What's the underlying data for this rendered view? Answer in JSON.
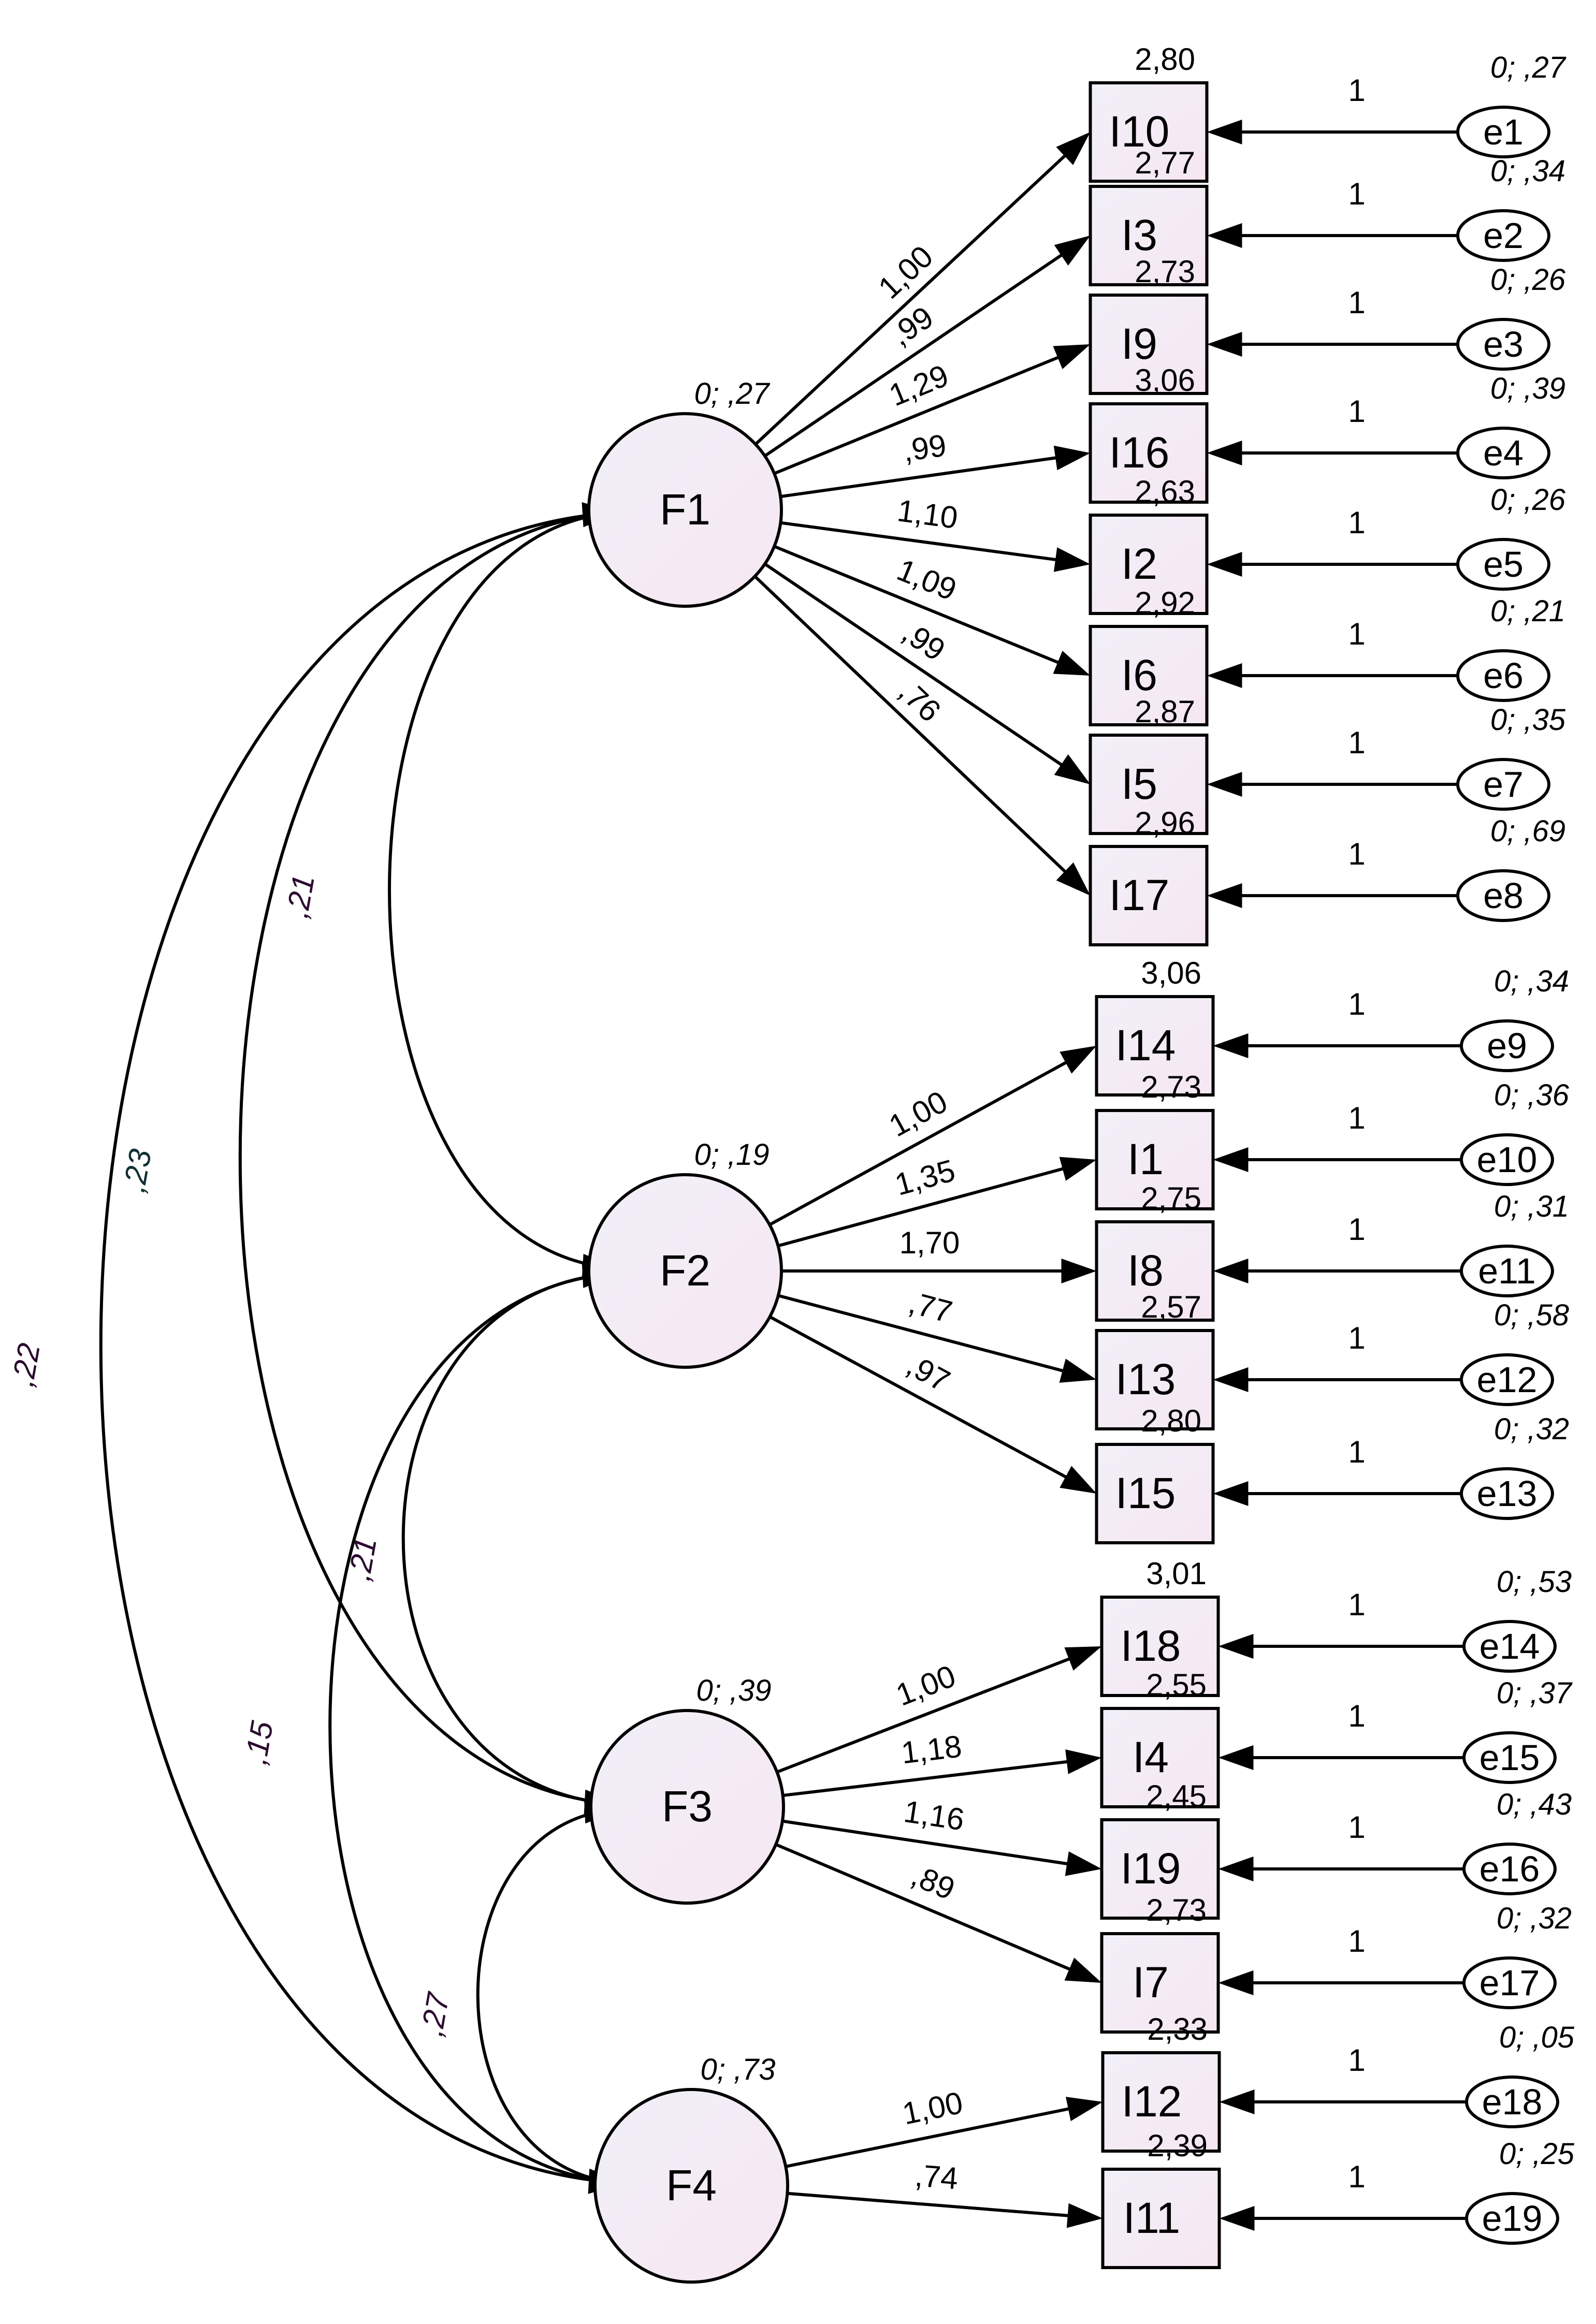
{
  "colors": {
    "node_fill_start": "#f1f0f8",
    "node_fill_end": "#f6e7f2",
    "line": "#000000",
    "cov_label": "#2c0a30",
    "cov_label_alt": "#0f2f33"
  },
  "factors": [
    {
      "id": "F1",
      "label": "F1",
      "variance": "0; ,27"
    },
    {
      "id": "F2",
      "label": "F2",
      "variance": "0; ,19"
    },
    {
      "id": "F3",
      "label": "F3",
      "variance": "0; ,39"
    },
    {
      "id": "F4",
      "label": "F4",
      "variance": "0; ,73"
    }
  ],
  "items": [
    {
      "id": "I10",
      "factor": "F1",
      "loading": "1,00",
      "intercept": "2,80",
      "error": "e1",
      "error_variance": "0; ,27",
      "fixed": "1"
    },
    {
      "id": "I3",
      "factor": "F1",
      "loading": ",99",
      "intercept": "2,77",
      "error": "e2",
      "error_variance": "0; ,34",
      "fixed": "1"
    },
    {
      "id": "I9",
      "factor": "F1",
      "loading": "1,29",
      "intercept": "2,73",
      "error": "e3",
      "error_variance": "0; ,26",
      "fixed": "1"
    },
    {
      "id": "I16",
      "factor": "F1",
      "loading": ",99",
      "intercept": "3,06",
      "error": "e4",
      "error_variance": "0; ,39",
      "fixed": "1"
    },
    {
      "id": "I2",
      "factor": "F1",
      "loading": "1,10",
      "intercept": "2,63",
      "error": "e5",
      "error_variance": "0; ,26",
      "fixed": "1"
    },
    {
      "id": "I6",
      "factor": "F1",
      "loading": "1,09",
      "intercept": "2,92",
      "error": "e6",
      "error_variance": "0; ,21",
      "fixed": "1"
    },
    {
      "id": "I5",
      "factor": "F1",
      "loading": ",99",
      "intercept": "2,87",
      "error": "e7",
      "error_variance": "0; ,35",
      "fixed": "1"
    },
    {
      "id": "I17",
      "factor": "F1",
      "loading": ",76",
      "intercept": "2,96",
      "error": "e8",
      "error_variance": "0; ,69",
      "fixed": "1"
    },
    {
      "id": "I14",
      "factor": "F2",
      "loading": "1,00",
      "intercept": "3,06",
      "error": "e9",
      "error_variance": "0; ,34",
      "fixed": "1"
    },
    {
      "id": "I1",
      "factor": "F2",
      "loading": "1,35",
      "intercept": "2,73",
      "error": "e10",
      "error_variance": "0; ,36",
      "fixed": "1"
    },
    {
      "id": "I8",
      "factor": "F2",
      "loading": "1,70",
      "intercept": "2,75",
      "error": "e11",
      "error_variance": "0; ,31",
      "fixed": "1"
    },
    {
      "id": "I13",
      "factor": "F2",
      "loading": ",77",
      "intercept": "2,57",
      "error": "e12",
      "error_variance": "0; ,58",
      "fixed": "1"
    },
    {
      "id": "I15",
      "factor": "F2",
      "loading": ",97",
      "intercept": "2,80",
      "error": "e13",
      "error_variance": "0; ,32",
      "fixed": "1"
    },
    {
      "id": "I18",
      "factor": "F3",
      "loading": "1,00",
      "intercept": "3,01",
      "error": "e14",
      "error_variance": "0; ,53",
      "fixed": "1"
    },
    {
      "id": "I4",
      "factor": "F3",
      "loading": "1,18",
      "intercept": "2,55",
      "error": "e15",
      "error_variance": "0; ,37",
      "fixed": "1"
    },
    {
      "id": "I19",
      "factor": "F3",
      "loading": "1,16",
      "intercept": "2,45",
      "error": "e16",
      "error_variance": "0; ,43",
      "fixed": "1"
    },
    {
      "id": "I7",
      "factor": "F3",
      "loading": ",89",
      "intercept": "2,73",
      "error": "e17",
      "error_variance": "0; ,32",
      "fixed": "1"
    },
    {
      "id": "I12",
      "factor": "F4",
      "loading": "1,00",
      "intercept": "2,33",
      "error": "e18",
      "error_variance": "0; ,05",
      "fixed": "1"
    },
    {
      "id": "I11",
      "factor": "F4",
      "loading": ",74",
      "intercept": "2,39",
      "error": "e19",
      "error_variance": "0; ,25",
      "fixed": "1"
    }
  ],
  "covariances": [
    {
      "from": "F1",
      "to": "F2",
      "value": ",21"
    },
    {
      "from": "F1",
      "to": "F3",
      "value": ",23"
    },
    {
      "from": "F1",
      "to": "F4",
      "value": ",22"
    },
    {
      "from": "F2",
      "to": "F3",
      "value": ",21"
    },
    {
      "from": "F2",
      "to": "F4",
      "value": ",15"
    },
    {
      "from": "F3",
      "to": "F4",
      "value": ",27"
    }
  ]
}
